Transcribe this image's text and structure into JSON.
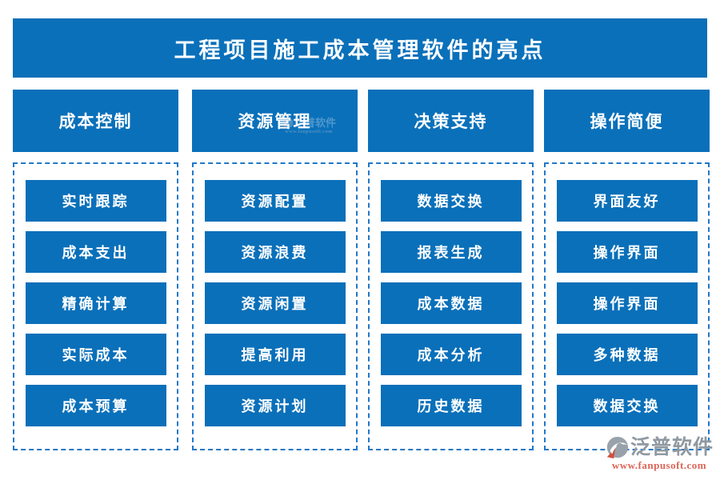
{
  "title": "工程项目施工成本管理软件的亮点",
  "columns": [
    {
      "header": "成本控制",
      "items": [
        "实时跟踪",
        "成本支出",
        "精确计算",
        "实际成本",
        "成本预算"
      ]
    },
    {
      "header": "资源管理",
      "items": [
        "资源配置",
        "资源浪费",
        "资源闲置",
        "提高利用",
        "资源计划"
      ]
    },
    {
      "header": "决策支持",
      "items": [
        "数据交换",
        "报表生成",
        "成本数据",
        "成本分析",
        "历史数据"
      ]
    },
    {
      "header": "操作简便",
      "items": [
        "界面友好",
        "操作界面",
        "操作界面",
        "多种数据",
        "数据交换"
      ]
    }
  ],
  "watermark": {
    "brand": "泛普软件",
    "url": "www.fanpusoft.com"
  },
  "colors": {
    "primary": "#0a70ba",
    "dashed_border": "#1f78c8",
    "watermark_text": "#9099a1",
    "watermark_url": "#dd6557",
    "watermark_accent": "#d14f3d"
  }
}
